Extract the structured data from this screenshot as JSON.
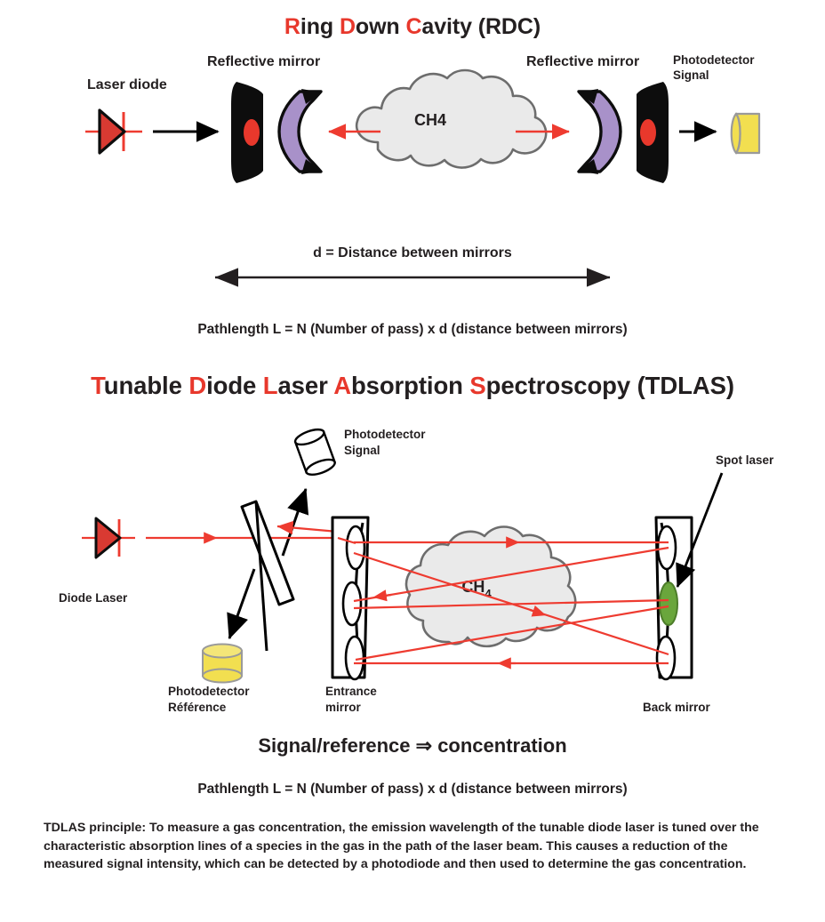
{
  "document": {
    "type": "scientific-diagram",
    "topic": "Gas sensing optical techniques"
  },
  "rdc": {
    "title_parts": [
      {
        "text": "R",
        "accent": true
      },
      {
        "text": "ing ",
        "accent": false
      },
      {
        "text": "D",
        "accent": true
      },
      {
        "text": "own ",
        "accent": false
      },
      {
        "text": "C",
        "accent": true
      },
      {
        "text": "avity (RDC)",
        "accent": false
      }
    ],
    "title_plain": "Ring Down Cavity (RDC)",
    "labels": {
      "laser_diode": "Laser diode",
      "mirror_left": "Reflective mirror",
      "mirror_right": "Reflective mirror",
      "photodetector": "Photodetector",
      "photodetector_2": "Signal",
      "gas": "CH4",
      "distance": "d = Distance between mirrors"
    },
    "formula": "Pathlength L = N (Number of pass) x d (distance between mirrors)"
  },
  "tdlas": {
    "title_parts": [
      {
        "text": "T",
        "accent": true
      },
      {
        "text": "unable ",
        "accent": false
      },
      {
        "text": "D",
        "accent": true
      },
      {
        "text": "iode ",
        "accent": false
      },
      {
        "text": "L",
        "accent": true
      },
      {
        "text": "aser ",
        "accent": false
      },
      {
        "text": "A",
        "accent": true
      },
      {
        "text": "bsorption ",
        "accent": false
      },
      {
        "text": "S",
        "accent": true
      },
      {
        "text": "pectroscopy (TDLAS)",
        "accent": false
      }
    ],
    "title_plain": "Tunable Diode Laser Absorption Spectroscopy (TDLAS)",
    "labels": {
      "diode_laser": "Diode Laser",
      "photodetector_signal_1": "Photodetector",
      "photodetector_signal_2": "Signal",
      "photodetector_ref_1": "Photodetector",
      "photodetector_ref_2": "Référence",
      "entrance_mirror_1": "Entrance",
      "entrance_mirror_2": "mirror",
      "back_mirror": "Back mirror",
      "spot_laser": "Spot laser",
      "gas_main": "CH",
      "gas_sub": "4"
    },
    "relation": "Signal/reference ⇒ concentration",
    "formula": "Pathlength L = N (Number of pass) x d (distance between mirrors)"
  },
  "principle": {
    "lead": "TDLAS principle:",
    "body": " To measure a gas concentration, the emission wavelength of the tunable diode laser is tuned over the characteristic absorption lines of a species in the gas in the path of the laser beam. This causes a reduction of the measured signal intensity, which can be detected by a photodiode and then used to determine the gas concentration."
  },
  "colors": {
    "accent_red": "#e8382c",
    "beam_red": "#ee3b30",
    "mirror_black": "#0d0d0d",
    "mirror_spot_red": "#e8382c",
    "purple_arrow": "#a891c9",
    "cloud_fill": "#eaeaea",
    "cloud_stroke": "#6d6d6d",
    "detector_yellow": "#f2df50",
    "spot_green": "#6aa63c",
    "text": "#231f20"
  }
}
